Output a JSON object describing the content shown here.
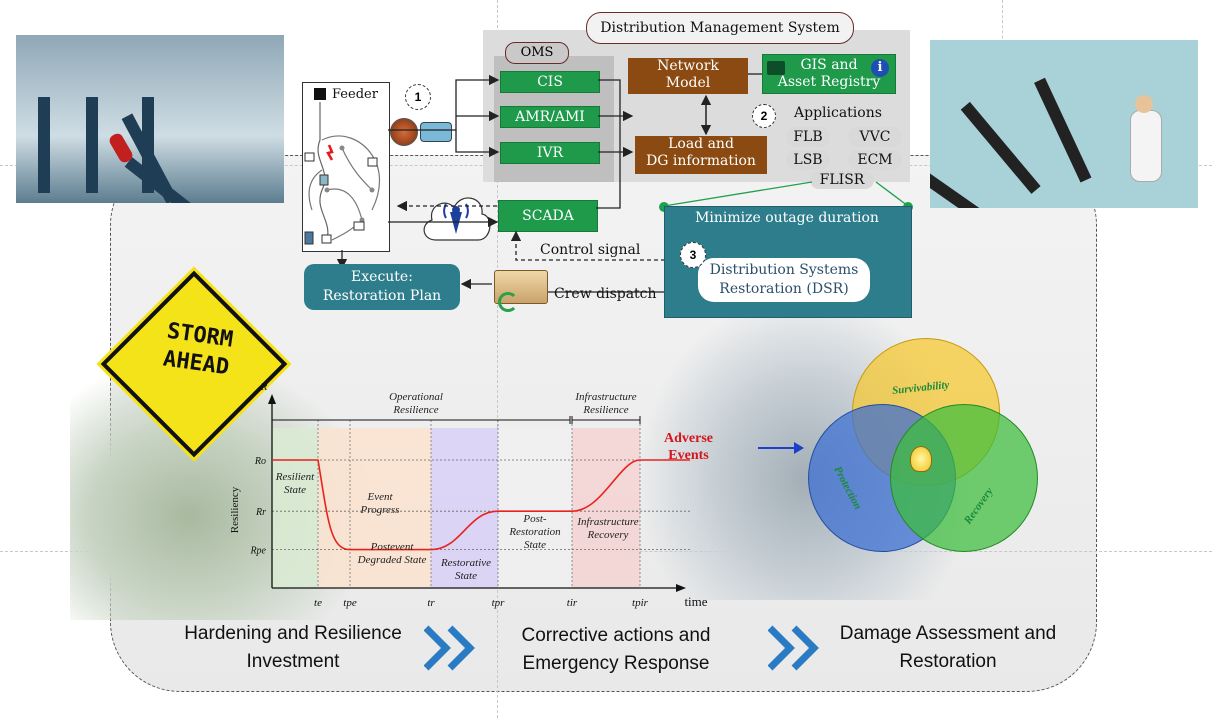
{
  "dms": {
    "title": "Distribution Management System",
    "oms_label": "OMS",
    "cis": "CIS",
    "amr": "AMR/AMI",
    "ivr": "IVR",
    "scada": "SCADA",
    "network_model": [
      "Network",
      "Model"
    ],
    "load_dg": [
      "Load and",
      "DG information"
    ],
    "gis": [
      "GIS and",
      "Asset Registry"
    ],
    "applications_label": "Applications",
    "apps": [
      "FLB",
      "VVC",
      "LSB",
      "ECM",
      "FLISR"
    ],
    "step1": "1",
    "step2": "2",
    "step3": "3"
  },
  "feeder_label": "Feeder",
  "control_signal": "Control signal",
  "crew_dispatch": "Crew dispatch",
  "minimize_label": "Minimize outage duration",
  "dsr": [
    "Distribution Systems",
    "Restoration (DSR)"
  ],
  "execute": [
    "Execute:",
    "Restoration Plan"
  ],
  "storm_sign": [
    "STORM",
    "AHEAD"
  ],
  "adverse": [
    "Adverse",
    "Events"
  ],
  "venn_labels": [
    "Survivability",
    "Protection",
    "Recovery"
  ],
  "stages": [
    [
      "Hardening and Resilience",
      "Investment"
    ],
    [
      "Corrective actions and",
      "Emergency Response"
    ],
    [
      "Damage Assessment and",
      "Restoration"
    ]
  ],
  "chart_data": {
    "type": "line",
    "ylabel": "Resiliency",
    "y_axis_letter": "R",
    "xlabel": "time",
    "y_levels": {
      "Ro": 1.0,
      "Rr": 0.6,
      "Rpe": 0.3
    },
    "y_tick_labels": [
      "Ro",
      "Rr",
      "Rpe"
    ],
    "x_ticks": [
      "te",
      "tpe",
      "tr",
      "tpr",
      "tir",
      "tpir"
    ],
    "x": [
      0,
      1,
      2,
      3,
      4,
      5,
      6,
      7
    ],
    "y": [
      1.0,
      1.0,
      0.3,
      0.3,
      0.6,
      0.6,
      1.0,
      1.0
    ],
    "span_labels": [
      "Operational",
      "Resilience",
      "Infrastructure",
      "Resilience"
    ],
    "regions": [
      {
        "label": [
          "Resilient",
          "State"
        ],
        "color": "#d9ead3"
      },
      {
        "label": [
          "Event",
          "Progress"
        ],
        "color": "#fbe3d0"
      },
      {
        "label": [
          "Postevent",
          "Degraded State"
        ],
        "color": "#fbe3d0"
      },
      {
        "label": [
          "Restorative",
          "State"
        ],
        "color": "#d9d2f5"
      },
      {
        "label": [
          "Post-",
          "Restoration",
          "State"
        ],
        "color": "#f0f0f0"
      },
      {
        "label": [
          "Infrastructure",
          "Recovery"
        ],
        "color": "#f4d4d4"
      }
    ],
    "line_color": "#e8231f"
  }
}
